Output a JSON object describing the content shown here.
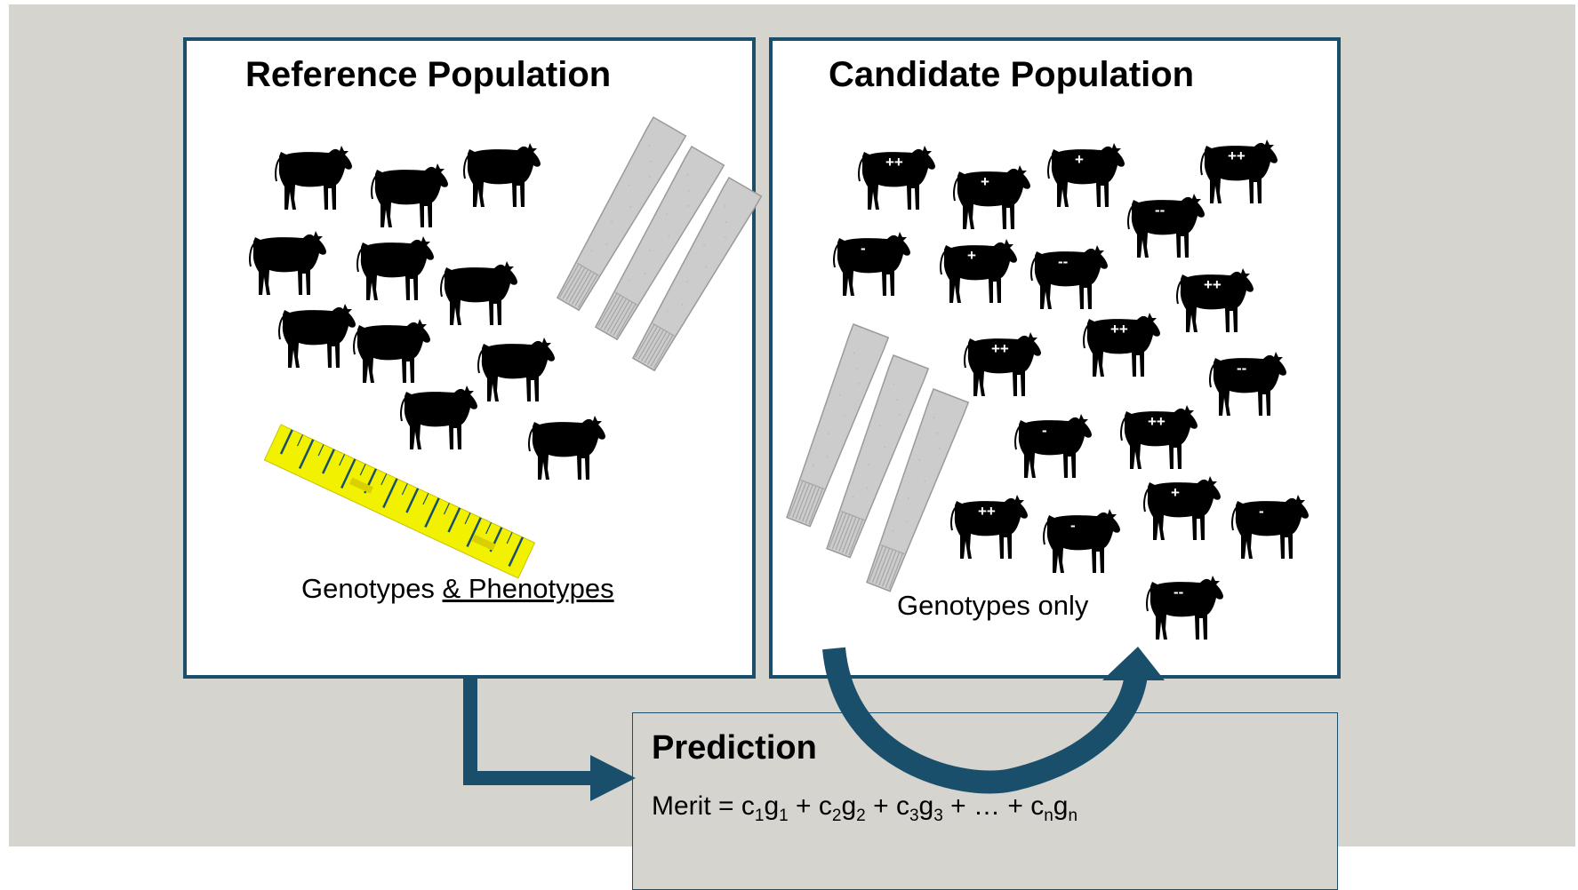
{
  "reference_panel": {
    "title": "Reference Population",
    "caption_plain": "Genotypes ",
    "caption_underlined": "& Phenotypes"
  },
  "candidate_panel": {
    "title": "Candidate Population",
    "caption": "Genotypes only",
    "cow_markers": [
      "++",
      "+",
      "+",
      "++",
      "--",
      "-",
      "+",
      "--",
      "++",
      "++",
      "++",
      "--",
      "-",
      "++",
      "++",
      "-",
      "+",
      "-",
      "--"
    ]
  },
  "prediction": {
    "title": "Prediction",
    "formula": {
      "lhs": "Merit = ",
      "terms": [
        {
          "c": "c",
          "ci": "1",
          "g": "g",
          "gi": "1"
        },
        {
          "c": "c",
          "ci": "2",
          "g": "g",
          "gi": "2"
        },
        {
          "c": "c",
          "ci": "3",
          "g": "g",
          "gi": "3"
        }
      ],
      "ellipsis": "+ …  +",
      "last": {
        "c": "c",
        "ci": "n",
        "g": "g",
        "gi": "n"
      }
    }
  },
  "colors": {
    "background": "#d6d4ce",
    "panel_border": "#1a4f6c",
    "arrow": "#1a4f6c",
    "cow": "#000000",
    "ruler": "#f2f200",
    "chip": "#cfcfcf"
  },
  "icons": {
    "cow": "cow-silhouette-icon",
    "chip": "genotyping-chip-icon",
    "ruler": "measuring-tape-icon"
  }
}
